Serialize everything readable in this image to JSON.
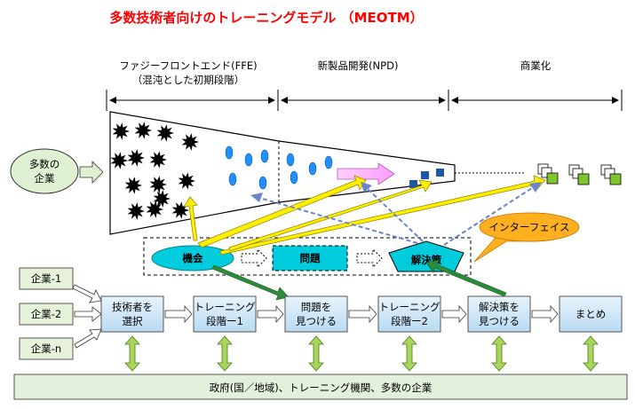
{
  "title": "多数技術者向けのトレーニングモデル （MEOTM）",
  "phases": {
    "ffe_line1": "ファジーフロントエンド(FFE)",
    "ffe_line2": "（混沌とした初期段階）",
    "npd": "新製品開発(NPD)",
    "commercialization": "商業化"
  },
  "many_companies": {
    "line1": "多数の",
    "line2": "企業"
  },
  "interface_label": "インターフェイス",
  "stage_labels": {
    "opportunity": "機会",
    "problem": "問題",
    "solution": "解決策"
  },
  "companies": [
    "企業-1",
    "企業-2",
    "企業-n"
  ],
  "process_steps": [
    {
      "line1": "技術者を",
      "line2": "選択"
    },
    {
      "line1": "トレーニング",
      "line2": "段階ー1"
    },
    {
      "line1": "問題を",
      "line2": "見つける"
    },
    {
      "line1": "トレーニング",
      "line2": "段階ー2"
    },
    {
      "line1": "解決策を",
      "line2": "見つける"
    },
    {
      "line1": "まとめ",
      "line2": ""
    }
  ],
  "bottom_bar": "政府(国／地域)、トレーニング機関、多数の企業",
  "colors": {
    "title": "#ff0000",
    "cyan": "#00ccdd",
    "process_box": "#cde6f7",
    "company_box": "#e6f2da",
    "bottom_bar": "#e3f0dc",
    "green_arrow": "#2e8b3a",
    "yellow_arrow": "#ffee00",
    "blue_dash": "#6b85c8",
    "interface_bubble": "#ffb020"
  }
}
